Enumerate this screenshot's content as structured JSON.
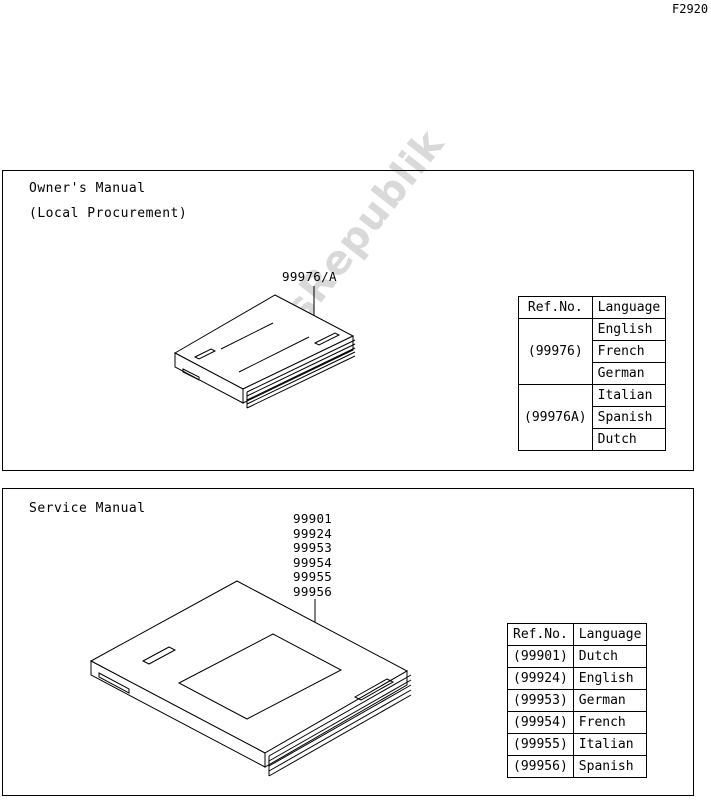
{
  "figure_code": "F2920",
  "owner_manual": {
    "title_line1": "Owner's Manual",
    "title_line2": "(Local Procurement)",
    "callout": "99976/A",
    "table": {
      "header_ref": "Ref.No.",
      "header_lang": "Language",
      "groups": [
        {
          "ref": "(99976)",
          "languages": [
            "English",
            "French",
            "German"
          ]
        },
        {
          "ref": "(99976A)",
          "languages": [
            "Italian",
            "Spanish",
            "Dutch"
          ]
        }
      ]
    }
  },
  "service_manual": {
    "title": "Service Manual",
    "callouts": [
      "99901",
      "99924",
      "99953",
      "99954",
      "99955",
      "99956"
    ],
    "table": {
      "header_ref": "Ref.No.",
      "header_lang": "Language",
      "rows": [
        {
          "ref": "(99901)",
          "language": "Dutch"
        },
        {
          "ref": "(99924)",
          "language": "English"
        },
        {
          "ref": "(99953)",
          "language": "German"
        },
        {
          "ref": "(99954)",
          "language": "French"
        },
        {
          "ref": "(99955)",
          "language": "Italian"
        },
        {
          "ref": "(99956)",
          "language": "Spanish"
        }
      ]
    }
  },
  "watermark": "PartsRepublik"
}
